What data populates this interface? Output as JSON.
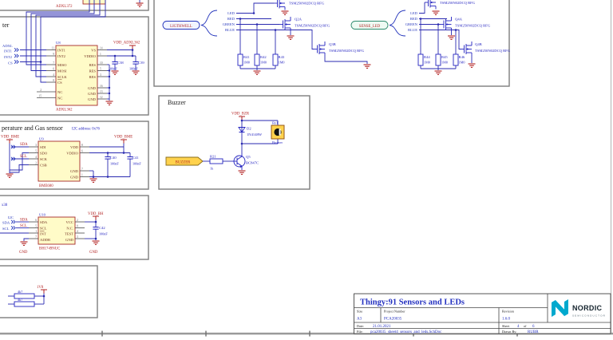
{
  "colors": {
    "wire_blue": "#2a2ab0",
    "designator_blue": "#2323c0",
    "net_red": "#b22222",
    "component_fill": "#fffbc8",
    "component_stroke": "#a52a2a",
    "box_border": "#7e7e7e",
    "title_blue": "#2330c0",
    "nordic_teal": "#00a9ce",
    "port_yellow": "#ffd24d"
  },
  "sections": {
    "accel_hp": {
      "part": "ADXL372"
    },
    "accel_lp": {
      "title_fragment": "ter",
      "ref": "U8",
      "part": "ADXL362",
      "power_net": "VDD_ADXL362",
      "ports": [
        "ADXL",
        "INT1",
        "INT2",
        "CS"
      ],
      "pins_left": [
        [
          "INT1",
          "11"
        ],
        [
          "INT2",
          "9"
        ],
        [
          "MISO",
          "7"
        ],
        [
          "MOSI",
          "6"
        ],
        [
          "SCLK",
          "4"
        ],
        [
          "CS",
          "8"
        ],
        [
          "NC",
          "2"
        ],
        [
          "NC",
          "15"
        ]
      ],
      "pins_right": [
        [
          "VS",
          "14"
        ],
        [
          "VDDIO",
          "1"
        ],
        [
          "RES",
          "10"
        ],
        [
          "RES",
          "5"
        ],
        [
          "RES",
          "3"
        ],
        [
          "GND",
          "16"
        ],
        [
          "GND",
          "13"
        ],
        [
          "GND",
          "12"
        ]
      ],
      "caps": [
        [
          "C38",
          "100nF"
        ],
        [
          "C39",
          "100nF"
        ]
      ]
    },
    "env_sensor": {
      "title_fragment": "perature and Gas sensor",
      "i2c_note": "I2C address: 0x76",
      "ref": "U9",
      "part": "BME680",
      "power_net": "VDD_BME",
      "net_sda": "SDA",
      "net_scl": "SCL",
      "pins_left": [
        [
          "SDI",
          "3"
        ],
        [
          "SDO",
          "5"
        ],
        [
          "SCK",
          "4"
        ],
        [
          "CSB",
          "2"
        ]
      ],
      "pins_right": [
        [
          "VDD",
          "8"
        ],
        [
          "VDDIO",
          "6"
        ],
        [
          "GND",
          "7"
        ],
        [
          "GND",
          "1"
        ]
      ],
      "caps": [
        [
          "C40",
          "100nF"
        ],
        [
          "C41",
          "100nF"
        ]
      ]
    },
    "light_sensor": {
      "title_fragment": "x38",
      "i2c_label": "I2C",
      "ports": [
        "SDA",
        "SCL"
      ],
      "net_sda": "SDA",
      "net_scl": "SCL",
      "ref": "U10",
      "part": "BH1749NUC",
      "power_net": "VDD_BH",
      "pins_left": [
        [
          "SDA",
          "6"
        ],
        [
          "SCL",
          "5"
        ],
        [
          "INT",
          "1"
        ],
        [
          "ADDR",
          "7"
        ]
      ],
      "pins_right": [
        [
          "VCC",
          "2"
        ],
        [
          "N.C.",
          "8"
        ],
        [
          "TEST",
          "4"
        ],
        [
          "GND",
          "3"
        ]
      ],
      "cap": [
        "C42",
        "100nF"
      ],
      "gnd_left": "GND",
      "gnd_right": "GND"
    },
    "pullups": {
      "power_net": "1V8",
      "values": [
        "4k7",
        "4k7"
      ]
    },
    "leds": {
      "left_port": "LIGTHWELL",
      "right_port": "SENSE_LED",
      "harness": [
        "LED",
        "RED",
        "GREEN",
        "BLUE"
      ],
      "tl_part": "TSM250N02DCQ RFG",
      "q2a_ref": "Q2A",
      "q2a_part": "TSM250N02DCQ RFG",
      "q3b_ref": "Q3B",
      "q3b_part": "TSM250N02DCQ RFG",
      "tr_part": "TSM250N02DCQ RFG",
      "q4a_ref": "Q4A",
      "q4a_part": "TSM250N02DCQ RFG",
      "q4b_ref": "Q4B",
      "q4b_part": "TSM250N02DCQ RFG",
      "res_left": [
        [
          "R41",
          "1M0"
        ],
        [
          "R42",
          "1M0"
        ],
        [
          "R43",
          "1M0"
        ]
      ],
      "res_right": [
        [
          "R44",
          "1M0"
        ],
        [
          "R45",
          "1M0"
        ],
        [
          "R46",
          "1M0"
        ]
      ]
    },
    "buzzer": {
      "title": "Buzzer",
      "power_net": "VDD_BZR",
      "diode_ref": "D2",
      "diode_part": "1N4148W",
      "bz_ref": "Bz1",
      "bz_label": "Buzzer",
      "port": "BUZZER",
      "res_ref": "R21",
      "res_val": "1k",
      "q_ref": "Q5",
      "q_part": "BC847C"
    }
  },
  "title_block": {
    "title": "Thingy:91 Sensors and LEDs",
    "size_label": "Size",
    "size": "A3",
    "project_label": "Project Number",
    "project": "PCA20035",
    "revision_label": "Revision",
    "revision": "1.6.0",
    "date_label": "Date:",
    "date": "21.01.2021",
    "file_label": "File:",
    "file": "pca20035_sheet4_sensors_and_leds.SchDoc",
    "sheet_label": "Sheet",
    "sheet_number": "4",
    "of_label": "of",
    "sheet_total": "6",
    "drawn_label": "Drawn By:",
    "drawn_by": "RUBR",
    "brand": "NORDIC",
    "brand_sub": "SEMICONDUCTOR"
  }
}
